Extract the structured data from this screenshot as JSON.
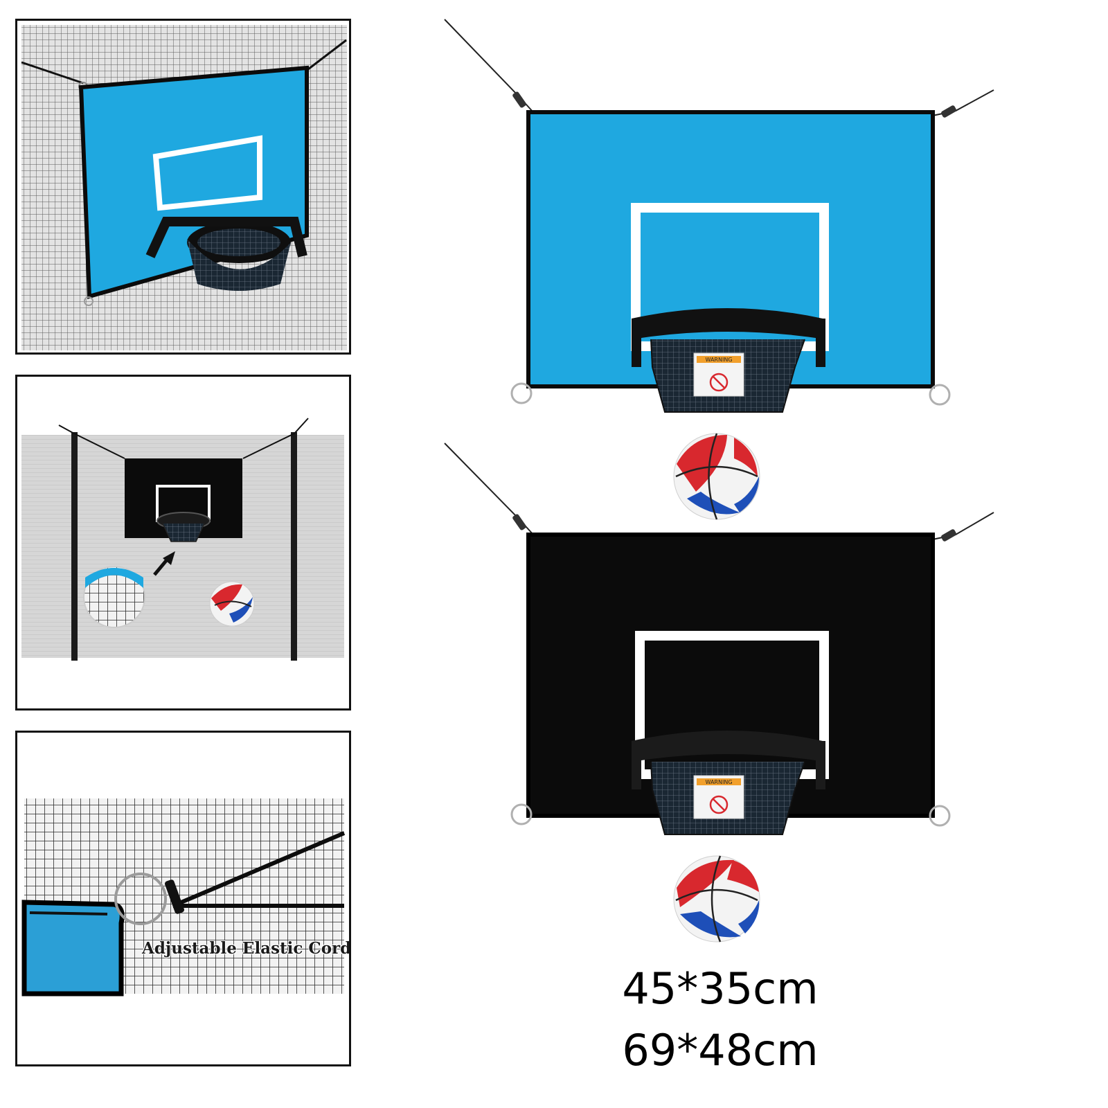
{
  "labels": {
    "cord_callout": "Adjustable Elastic Cord",
    "warning": "WARNING"
  },
  "sizes": [
    "45*35cm",
    "69*48cm"
  ],
  "colors": {
    "board_blue": "#1fa8e0",
    "board_black": "#0b0b0b",
    "ball_red": "#d8282e",
    "ball_blue": "#1e4fb8",
    "net_gray": "#bdbdbd"
  }
}
